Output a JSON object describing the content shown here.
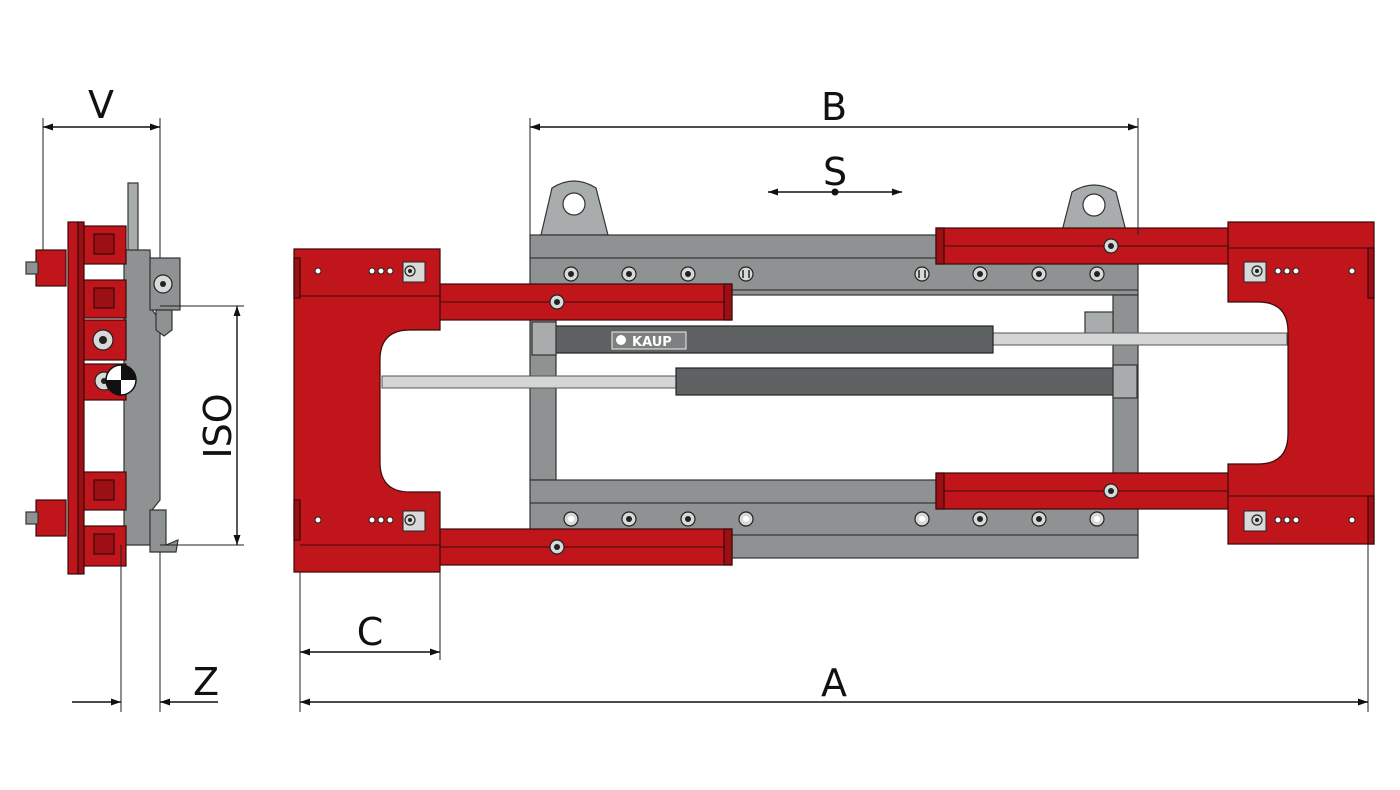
{
  "dimensions": {
    "V": "V",
    "B": "B",
    "S": "S",
    "ISO": "ISO",
    "C": "C",
    "Z": "Z",
    "A": "A"
  },
  "logo": "KAUP",
  "colors": {
    "red": "#c0161b",
    "grey": "#8f9292",
    "cylinder": "#5f6263",
    "rod": "#d4d6d6"
  }
}
